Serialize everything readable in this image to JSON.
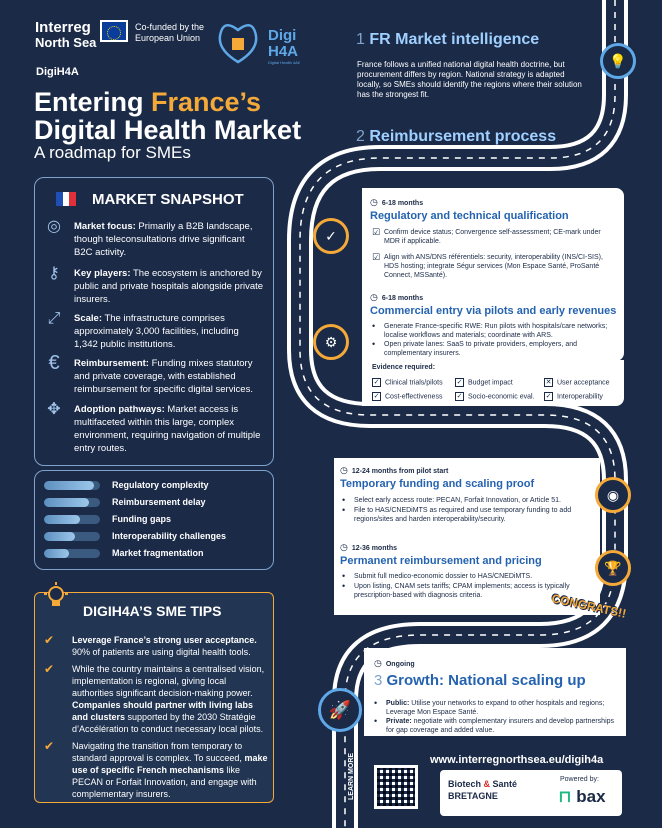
{
  "header": {
    "interreg": "Interreg",
    "north_sea": "North Sea",
    "cofunded": "Co-funded by the European Union",
    "logo_text_1": "Digi",
    "logo_text_2": "H4A",
    "logo_sub": "Digital Health 4All",
    "project_label": "DigiH4A"
  },
  "title": {
    "line1_a": "Entering ",
    "line1_b": "France’s",
    "line2": "Digital Health Market",
    "subtitle": "A roadmap for SMEs"
  },
  "snapshot": {
    "heading": "MARKET SNAPSHOT",
    "items": [
      {
        "icon": "target-icon",
        "label": "Market focus:",
        "text": " Primarily a B2B landscape, though teleconsultations drive significant B2C activity."
      },
      {
        "icon": "key-icon",
        "label": "Key players:",
        "text": " The ecosystem is anchored by public and private hospitals alongside private insurers."
      },
      {
        "icon": "scale-icon",
        "label": "Scale:",
        "text": " The infrastructure comprises approximately 3,000 facilities, including 1,342 public institutions."
      },
      {
        "icon": "euro-icon",
        "label": "Reimbursement:",
        "text": " Funding mixes statutory and private coverage, with established reimbursement for specific digital services."
      },
      {
        "icon": "arrows-icon",
        "label": "Adoption pathways:",
        "text": " Market access is multifaceted within this large, complex environment, requiring navigation of multiple entry routes."
      }
    ]
  },
  "challenges": [
    {
      "label": "Regulatory complexity",
      "level": 0.9
    },
    {
      "label": "Reimbursement delay",
      "level": 0.8
    },
    {
      "label": "Funding gaps",
      "level": 0.65
    },
    {
      "label": "Interoperability challenges",
      "level": 0.55
    },
    {
      "label": "Market fragmentation",
      "level": 0.45
    }
  ],
  "tips": {
    "heading": "DIGIH4A’S SME TIPS",
    "items": [
      {
        "bold": "Leverage France’s strong user acceptance.",
        "text": " 90% of patients are using digital health tools."
      },
      {
        "pre": "While the country maintains a centralised vision, implementation is regional, giving local authorities significant decision-making power. ",
        "bold": "Companies should partner with living labs and clusters",
        "text": " supported by the 2030 Stratégie d’Accélération to conduct necessary local pilots."
      },
      {
        "pre": "Navigating the transition from temporary to standard approval is complex. To succeed, ",
        "bold": "make use of specific French mechanisms",
        "text": " like PECAN or Forfait Innovation, and engage with complementary insurers."
      }
    ]
  },
  "section1": {
    "num": "1",
    "title": "FR Market intelligence",
    "text": "France follows a unified national digital health doctrine, but procurement differs by region. National strategy is adapted locally, so SMEs should identify the regions where their solution has the strongest fit."
  },
  "section2": {
    "num": "2",
    "title": "Reimbursement process"
  },
  "phase1": {
    "duration": "6-18 months",
    "title": "Regulatory and technical qualification",
    "lines": [
      "Confirm device status; Convergence self-assessment; CE-mark under MDR if applicable.",
      "Align with ANS/DNS référentiels: security, interoperability (INS/CI-SIS), HDS hosting; integrate Ségur services (Mon Espace Santé, ProSanté Connect, MSSanté)."
    ]
  },
  "phase2": {
    "duration": "6-18 months",
    "title": "Commercial entry via pilots and early revenues",
    "lines": [
      "Generate France-specific RWE: Run pilots with hospitals/care networks; localise workflows and materials; coordinate with ARS.",
      "Open private lanes: SaaS to private providers, employers, and complementary insurers."
    ],
    "evidence_label": "Evidence required:",
    "evidence": [
      {
        "label": "Clinical trials/pilots",
        "mark": "✓"
      },
      {
        "label": "Budget impact",
        "mark": "✓"
      },
      {
        "label": "User acceptance",
        "mark": "✕"
      },
      {
        "label": "Cost-effectiveness",
        "mark": "✓"
      },
      {
        "label": "Socio-economic eval.",
        "mark": "✓"
      },
      {
        "label": "Interoperability",
        "mark": "✓"
      }
    ]
  },
  "phase3": {
    "duration": "12-24 months from pilot start",
    "title": "Temporary funding and scaling proof",
    "lines": [
      "Select early access route: PECAN, Forfait Innovation, or Article 51.",
      "File to HAS/CNEDiMTS as required and use temporary funding to add regions/sites and harden interoperability/security."
    ]
  },
  "phase4": {
    "duration": "12-36 months",
    "title": "Permanent reimbursement and pricing",
    "lines": [
      "Submit full medico-economic dossier to HAS/CNEDiMTS.",
      "Upon listing, CNAM sets tariffs; CPAM implements; access is typically prescription-based with diagnosis criteria."
    ]
  },
  "congrats": "CONGRATS!!",
  "section3": {
    "duration": "Ongoing",
    "num": "3",
    "title": "Growth: National scaling up",
    "lines": [
      {
        "bold": "Public:",
        "text": " Utilise your networks to expand to other hospitals and regions; Leverage Mon Espace Santé."
      },
      {
        "bold": "Private:",
        "text": " negotiate with complementary insurers and develop partnerships for gap coverage and added value."
      }
    ]
  },
  "footer": {
    "url": "www.interregnorthsea.eu/digih4a",
    "learn_more": "LEARN MORE",
    "biotech_1": "Biotech",
    "biotech_2": "Santé",
    "biotech_3": "BRETAGNE",
    "powered_by": "Powered by:",
    "bax": "bax"
  },
  "colors": {
    "background": "#1b2a47",
    "accent": "#f5a938",
    "heading_blue": "#9fd0ff",
    "link_blue": "#2563b0"
  }
}
